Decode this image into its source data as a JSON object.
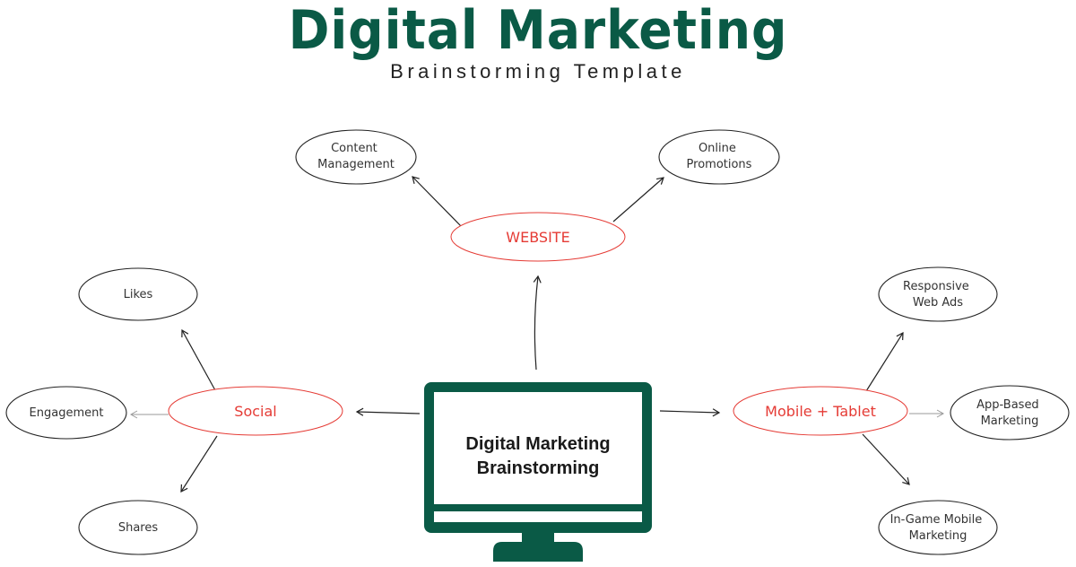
{
  "header": {
    "title": "Digital Marketing",
    "subtitle": "Brainstorming Template"
  },
  "center": {
    "line1": "Digital Marketing",
    "line2": "Brainstorming"
  },
  "hubs": {
    "website": "WEBSITE",
    "social": "Social",
    "mobile": "Mobile + Tablet"
  },
  "nodes": {
    "content_management": [
      "Content",
      "Management"
    ],
    "online_promotions": [
      "Online",
      "Promotions"
    ],
    "likes": "Likes",
    "engagement": "Engagement",
    "shares": "Shares",
    "responsive_web_ads": [
      "Responsive",
      "Web Ads"
    ],
    "app_based_marketing": [
      "App-Based",
      "Marketing"
    ],
    "in_game_mobile_marketing": [
      "In-Game Mobile",
      "Marketing"
    ]
  },
  "colors": {
    "brand_green": "#0a5a46",
    "hub_red": "#e53b35",
    "ink": "#222222"
  }
}
